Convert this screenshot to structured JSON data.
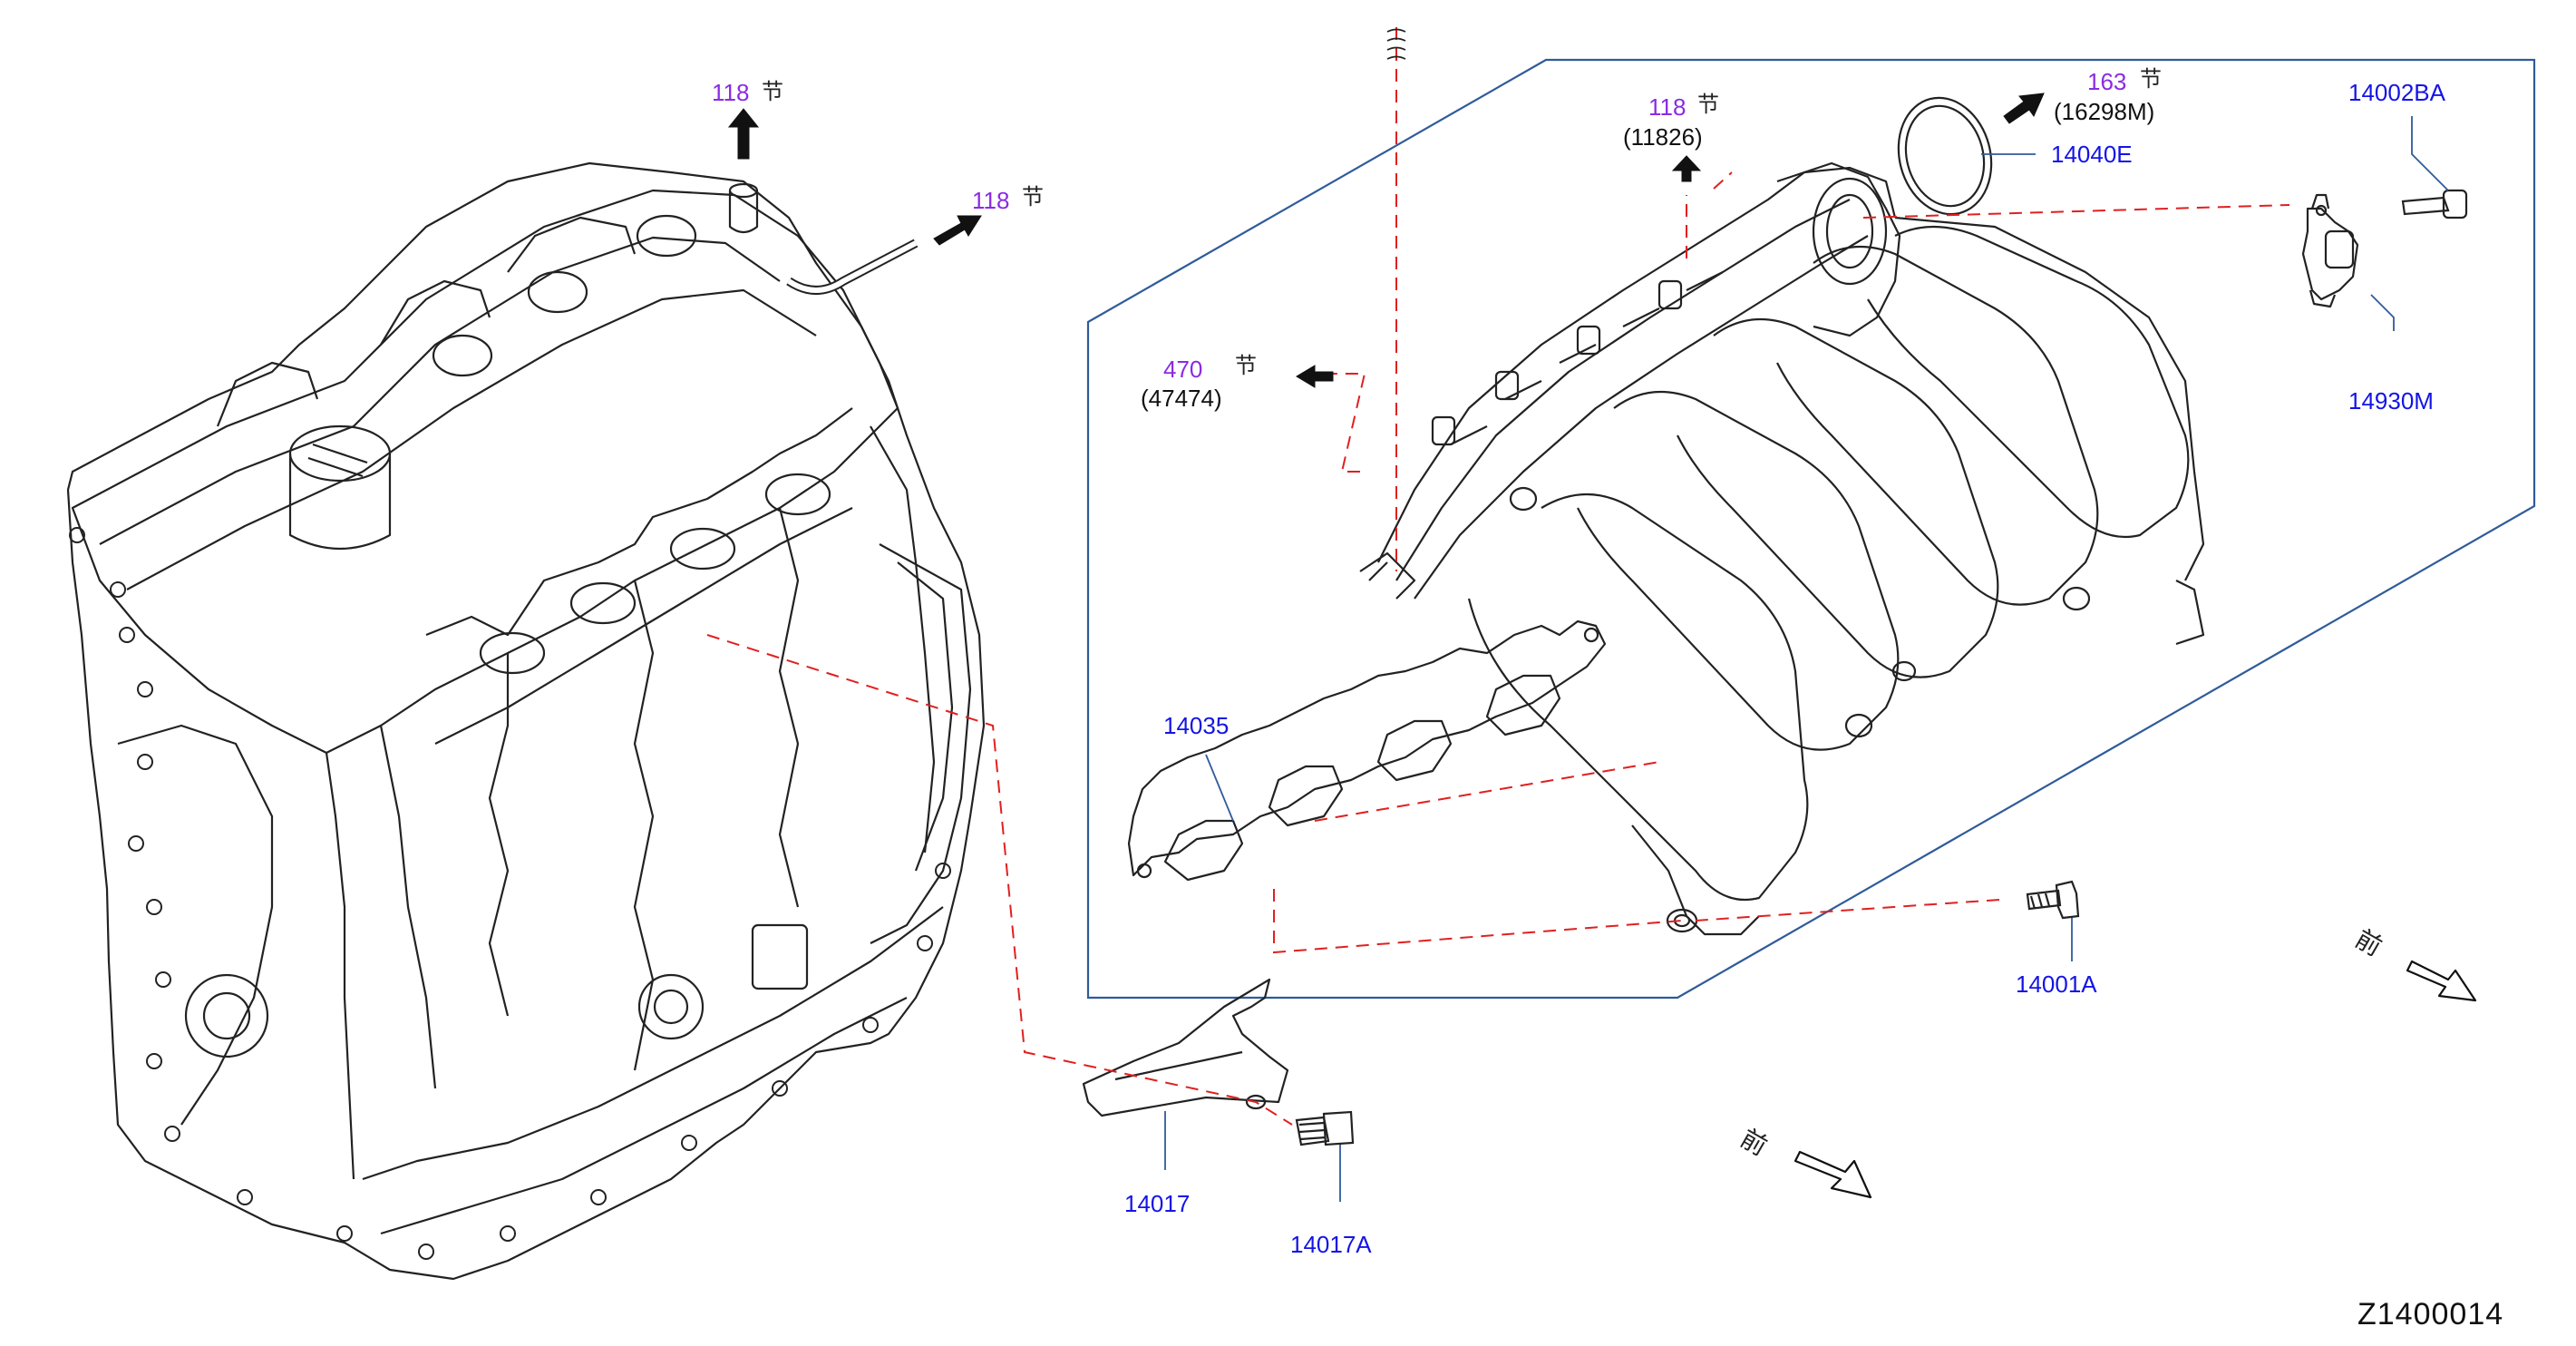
{
  "diagram": {
    "section_char": "节",
    "front_char": "前",
    "diagram_code": "Z1400014",
    "references": [
      {
        "id": "ref-118-top",
        "page": "118"
      },
      {
        "id": "ref-118-hose",
        "page": "118"
      },
      {
        "id": "ref-118-manifold",
        "page": "118",
        "sub": "(11826)"
      },
      {
        "id": "ref-163",
        "page": "163",
        "sub": "(16298M)"
      },
      {
        "id": "ref-470",
        "page": "470",
        "sub": "(47474)"
      }
    ],
    "parts": [
      {
        "id": "14040E",
        "label": "14040E"
      },
      {
        "id": "14002BA",
        "label": "14002BA"
      },
      {
        "id": "14930M",
        "label": "14930M"
      },
      {
        "id": "14035",
        "label": "14035"
      },
      {
        "id": "14001A",
        "label": "14001A"
      },
      {
        "id": "14017",
        "label": "14017"
      },
      {
        "id": "14017A",
        "label": "14017A"
      }
    ],
    "colors": {
      "part_label": "#1414e6",
      "ref_label": "#8b2be2",
      "leader_dashed": "#e02020",
      "frame": "#2f5b9a",
      "outline": "#222222"
    }
  }
}
